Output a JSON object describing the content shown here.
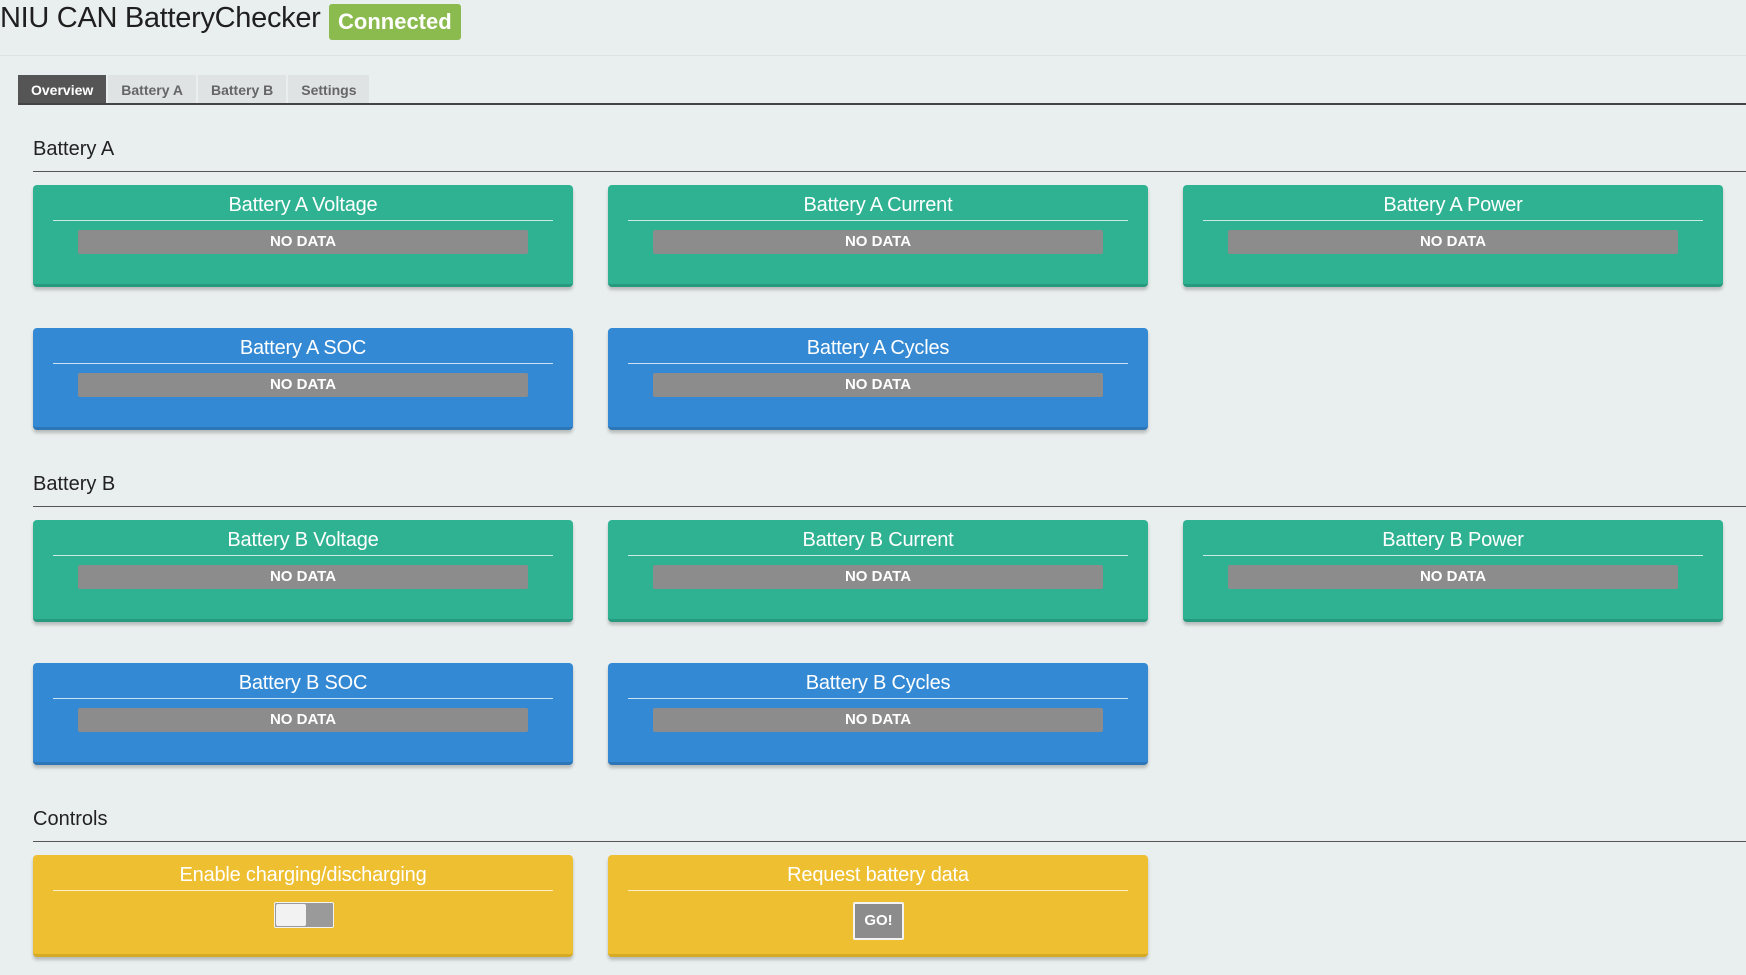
{
  "app": {
    "title": "NIU CAN BatteryChecker",
    "status": "Connected"
  },
  "tabs": [
    {
      "label": "Overview",
      "active": true
    },
    {
      "label": "Battery A"
    },
    {
      "label": "Battery B"
    },
    {
      "label": "Settings"
    }
  ],
  "sections": {
    "battery_a": {
      "title": "Battery A",
      "cards": {
        "voltage": {
          "title": "Battery A Voltage",
          "value": "NO DATA"
        },
        "current": {
          "title": "Battery A Current",
          "value": "NO DATA"
        },
        "power": {
          "title": "Battery A Power",
          "value": "NO DATA"
        },
        "soc": {
          "title": "Battery A SOC",
          "value": "NO DATA"
        },
        "cycles": {
          "title": "Battery A Cycles",
          "value": "NO DATA"
        }
      }
    },
    "battery_b": {
      "title": "Battery B",
      "cards": {
        "voltage": {
          "title": "Battery B Voltage",
          "value": "NO DATA"
        },
        "current": {
          "title": "Battery B Current",
          "value": "NO DATA"
        },
        "power": {
          "title": "Battery B Power",
          "value": "NO DATA"
        },
        "soc": {
          "title": "Battery B SOC",
          "value": "NO DATA"
        },
        "cycles": {
          "title": "Battery B Cycles",
          "value": "NO DATA"
        }
      }
    },
    "controls": {
      "title": "Controls",
      "charging": {
        "title": "Enable charging/discharging",
        "enabled": false
      },
      "request": {
        "title": "Request battery data",
        "button_label": "GO!"
      }
    }
  },
  "colors": {
    "status_badge": "#8bbb4e",
    "card_green": "#2eb292",
    "card_blue": "#3389d4",
    "card_yellow": "#edbf31",
    "nodata": "#8c8c8c",
    "tab_active": "#555555"
  }
}
